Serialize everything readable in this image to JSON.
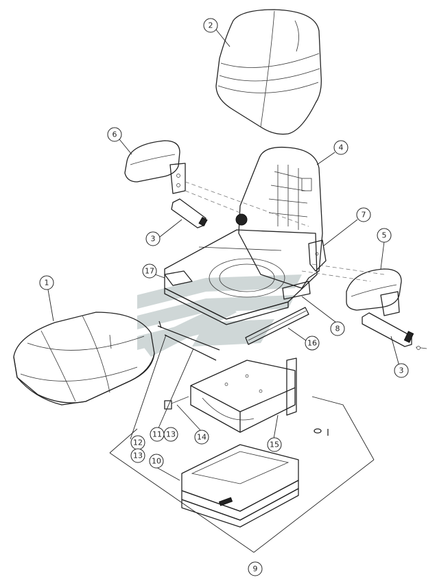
{
  "watermark": {
    "color": "#a9b8b8",
    "icon": "watermark-logo"
  },
  "callouts": [
    {
      "id": "c1",
      "label": "1"
    },
    {
      "id": "c2",
      "label": "2"
    },
    {
      "id": "c3a",
      "label": "3"
    },
    {
      "id": "c3b",
      "label": "3"
    },
    {
      "id": "c4",
      "label": "4"
    },
    {
      "id": "c5",
      "label": "5"
    },
    {
      "id": "c6",
      "label": "6"
    },
    {
      "id": "c7",
      "label": "7"
    },
    {
      "id": "c8",
      "label": "8"
    },
    {
      "id": "c9",
      "label": "9"
    },
    {
      "id": "c10",
      "label": "10"
    },
    {
      "id": "c11",
      "label": "11"
    },
    {
      "id": "c12",
      "label": "12"
    },
    {
      "id": "c13a",
      "label": "13"
    },
    {
      "id": "c13b",
      "label": "13"
    },
    {
      "id": "c14",
      "label": "14"
    },
    {
      "id": "c15",
      "label": "15"
    },
    {
      "id": "c16",
      "label": "16"
    },
    {
      "id": "c17",
      "label": "17"
    }
  ]
}
